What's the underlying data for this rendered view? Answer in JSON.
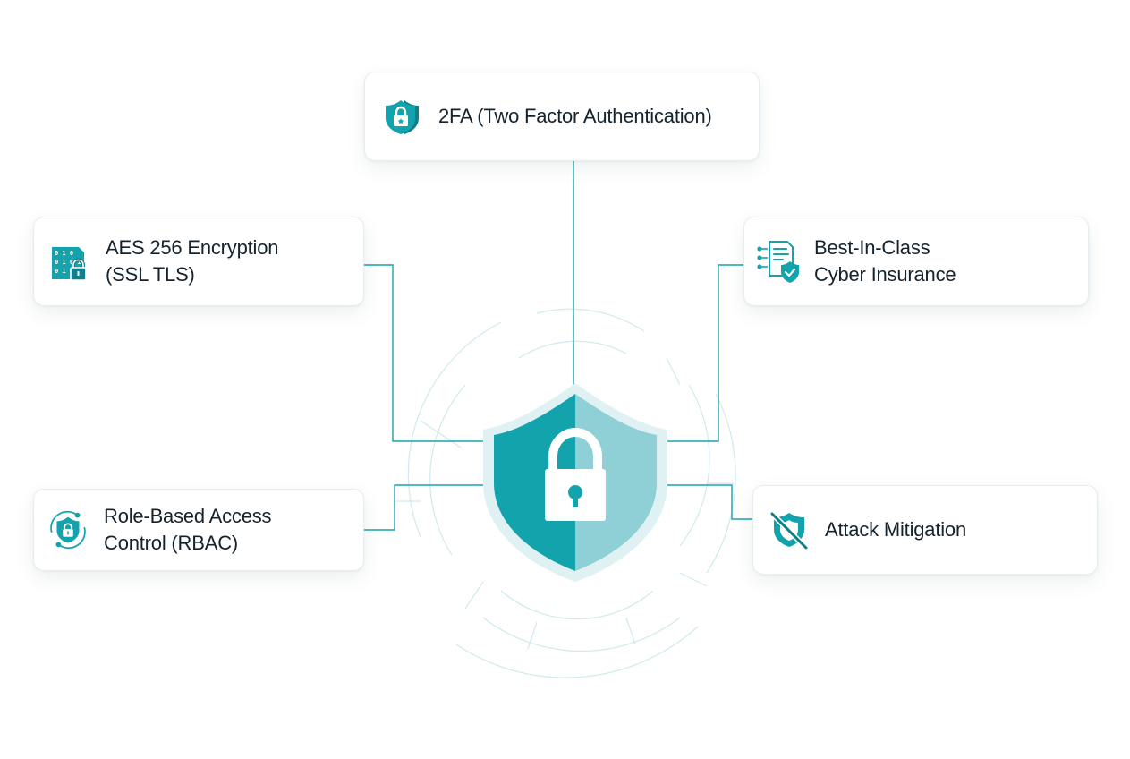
{
  "colors": {
    "accent": "#13a3ad",
    "accent_dark": "#117f8a",
    "shield_light": "#8ccfd6",
    "line": "#1aa3ad",
    "text": "#14232d"
  },
  "center": {
    "icon": "padlock-shield-icon"
  },
  "features": [
    {
      "id": "2fa",
      "icon": "shield-lock-icon",
      "lines": [
        "2FA (Two Factor Authentication)"
      ]
    },
    {
      "id": "aes",
      "icon": "binary-lock-icon",
      "lines": [
        "AES 256 Encryption",
        "(SSL TLS)"
      ]
    },
    {
      "id": "bic",
      "icon": "document-shield-check-icon",
      "lines": [
        "Best-In-Class",
        "Cyber Insurance"
      ]
    },
    {
      "id": "rbac",
      "icon": "cycle-shield-lock-icon",
      "lines": [
        "Role-Based Access",
        "Control (RBAC)"
      ]
    },
    {
      "id": "atk",
      "icon": "shield-slash-icon",
      "lines": [
        "Attack Mitigation"
      ]
    }
  ]
}
